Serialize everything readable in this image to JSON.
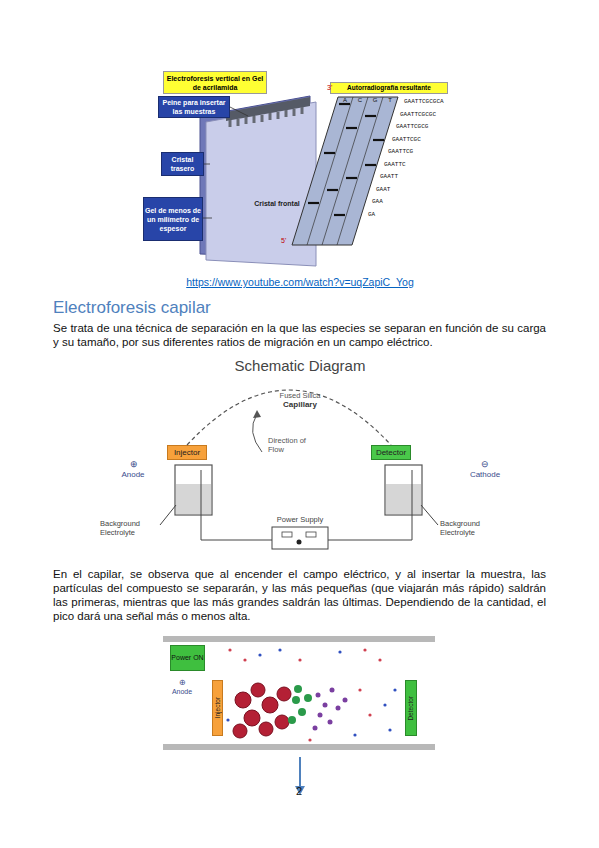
{
  "diagram": {
    "title": "Electroforesis capilar",
    "nodes": [
      {
        "text": [
          "Electroforesis vertical en Gel de acrilamida"
        ]
      },
      {
        "text": [
          "Peine para insertar las muestras"
        ]
      },
      {
        "text": [
          "Cristal trasero"
        ]
      },
      {
        "text": [
          "Gel de menos de un milímetro de espesor"
        ]
      },
      {
        "text": [
          "Autorradiografía resultante"
        ]
      },
      {
        "text": [
          "Injector"
        ]
      },
      {
        "text": [
          "Detector"
        ]
      },
      {
        "text": [
          "Power Supply"
        ]
      },
      {
        "text": [
          "Power ON"
        ]
      },
      {
        "text": [
          "Injector"
        ]
      },
      {
        "text": [
          "Detector"
        ]
      }
    ],
    "edges": [
      {
        "from": 5,
        "to": 6,
        "arrow": "none"
      }
    ],
    "labels": [
      "Cristal frontal",
      "A",
      "C",
      "G",
      "T",
      "3'",
      "5'",
      "GAATTCGCGCA",
      "GAATTCGCGC",
      "GAATTCGCG",
      "GAATTCGC",
      "GAATTCG",
      "GAATTC",
      "GAATT",
      "GAAT",
      "GAA",
      "GA",
      "https://www.youtube.com/watch?v=uqZapiC_Yog",
      "Se trata de una técnica de separación en la que las especies se separan en función de su carga y su tamaño, por sus diferentes ratios de migración en un campo eléctrico.",
      "Schematic Diagram",
      "Fused Silica",
      "Capillary",
      "Direction of Flow",
      "⊕",
      "Anode",
      "⊖",
      "Cathode",
      "Background Electrolyte",
      "Background Electrolyte",
      "En el capilar, se observa que al encender el campo eléctrico, y al insertar la muestra, las partículas del compuesto se separarán, y las más pequeñas (que viajarán más rápido) saldrán las primeras, mientras que las más grandes saldrán las últimas. Dependiendo de la cantidad, el pico dará una señal más o menos alta.",
      "⊕",
      "Anode",
      "2"
    ]
  }
}
